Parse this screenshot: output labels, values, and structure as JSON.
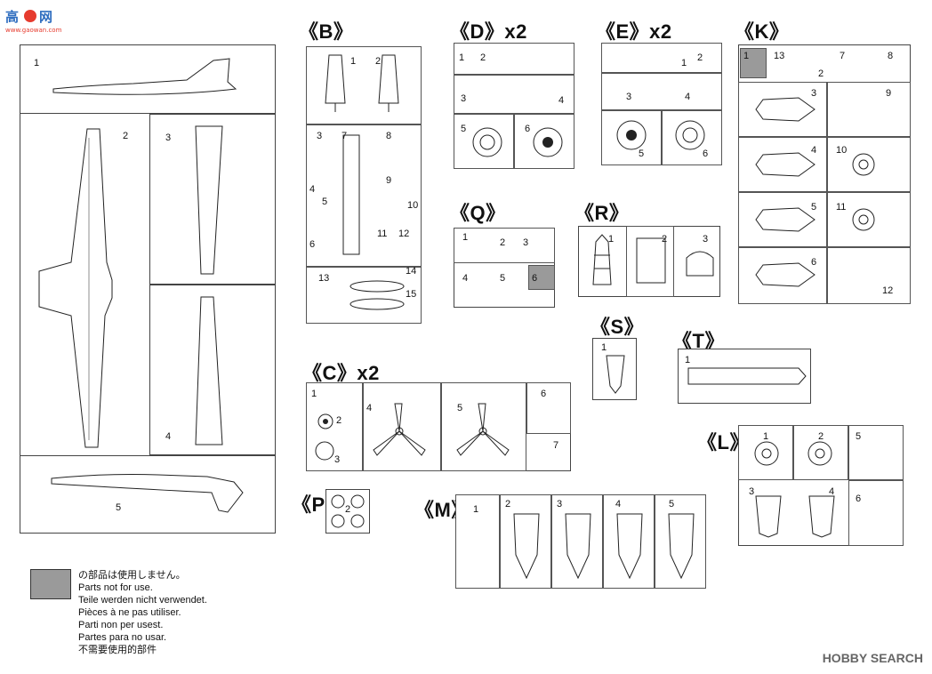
{
  "watermark": {
    "text_top": "高玩网",
    "subtext_top": "www.gaowan.com",
    "text_bottom": "HOBBY SEARCH"
  },
  "sheets": {
    "B": {
      "title": "《B》",
      "labels": [
        "1",
        "2",
        "3",
        "7",
        "8",
        "9",
        "4",
        "5",
        "10",
        "11",
        "12",
        "6",
        "13",
        "14",
        "15"
      ]
    },
    "D": {
      "title": "《D》x2",
      "labels": [
        "1",
        "2",
        "3",
        "4",
        "5",
        "6"
      ]
    },
    "E": {
      "title": "《E》x2",
      "labels": [
        "1",
        "2",
        "3",
        "4",
        "5",
        "6"
      ]
    },
    "K": {
      "title": "《K》",
      "labels": [
        "1",
        "13",
        "7",
        "8",
        "2",
        "3",
        "9",
        "4",
        "10",
        "5",
        "11",
        "6",
        "12"
      ]
    },
    "Q": {
      "title": "《Q》",
      "labels": [
        "1",
        "2",
        "3",
        "4",
        "5",
        "6"
      ]
    },
    "R": {
      "title": "《R》",
      "labels": [
        "1",
        "2",
        "3"
      ]
    },
    "S": {
      "title": "《S》",
      "labels": [
        "1"
      ]
    },
    "T": {
      "title": "《T》",
      "labels": [
        "1"
      ]
    },
    "C": {
      "title": "《C》x2",
      "labels": [
        "1",
        "2",
        "3",
        "4",
        "5",
        "6",
        "7"
      ]
    },
    "L": {
      "title": "《L》",
      "labels": [
        "1",
        "2",
        "5",
        "3",
        "4",
        "6"
      ]
    },
    "P": {
      "title": "《P》",
      "labels": [
        "2"
      ]
    },
    "M": {
      "title": "《M》",
      "labels": [
        "1",
        "2",
        "3",
        "4",
        "5"
      ]
    },
    "A": {
      "labels": [
        "1",
        "2",
        "3",
        "4",
        "5"
      ]
    }
  },
  "legend": {
    "color": "#9a9a9a",
    "lines": [
      "の部品は使用しません。",
      "Parts not for use.",
      "Teile werden nicht verwendet.",
      "Pièces à ne pas utiliser.",
      "Parti non per usest.",
      "Partes para no usar.",
      "不需要使用的部件"
    ]
  }
}
